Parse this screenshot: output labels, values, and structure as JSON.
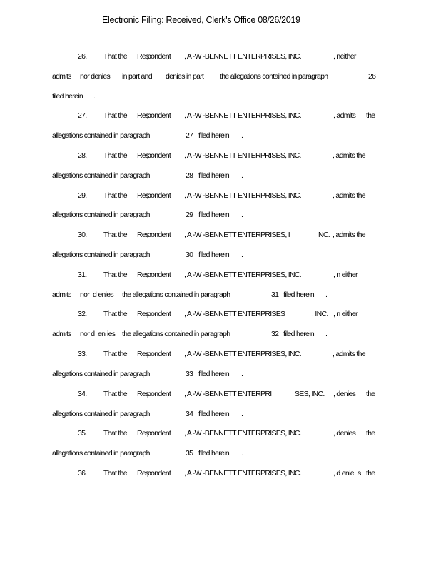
{
  "header": "Electronic Filing: Received, Clerk's Office 08/26/2019",
  "lines": [
    [
      "26.",
      "That the",
      "Res",
      "pondent",
      ", A -W -BENNETT ENTERPRISES, INC.",
      ", neither"
    ],
    [
      "admits",
      "nor denies",
      "in part and",
      "denies in part",
      "the allegations contained in paragraph",
      "26"
    ],
    [
      "filed herein",
      "."
    ],
    [
      "27.",
      "That the",
      "Res",
      "pondent",
      ", A -W -BENNETT ENTERPRISES, INC.",
      ", admits",
      "the"
    ],
    [
      "allegations contained in paragraph",
      "27",
      "filed herein",
      "."
    ],
    [
      "28.",
      "That the",
      "Res",
      "pondent",
      ", A -W -BENNET",
      "T ENTERPRISES, INC.",
      ", admits the"
    ],
    [
      "allegations contained in paragraph",
      "28",
      "filed herein",
      "."
    ],
    [
      "29.",
      "That the",
      "Res",
      "pondent",
      ", A -W -BENNETT ENTERPRISES, INC.",
      ", admits the"
    ],
    [
      "allegations contained in paragraph",
      "29",
      "filed herein",
      "."
    ],
    [
      "30.",
      "That the",
      "Res",
      "pondent",
      ", A -W -BENNETT ENTERPRISES, I",
      "NC.",
      ", admits the"
    ],
    [
      "allegations contained in paragraph",
      "30",
      "filed herein",
      "."
    ],
    [
      "31.",
      "That the",
      "Res",
      "pondent",
      ", A -W -BENNETT ENTERPRISES, INC.",
      ", n either"
    ],
    [
      "admits",
      "nor",
      "d enies",
      "the allegations contained in paragraph",
      "31",
      "filed herein",
      "."
    ],
    [
      "32.",
      "That the",
      "Res",
      "pondent",
      ", A -W -BENNETT ENTERPRISES",
      ", INC.",
      ", n either"
    ],
    [
      "admits",
      "nor d",
      "en",
      "ies",
      "the allegations contained in paragraph",
      "32",
      "filed herein",
      "."
    ],
    [
      "33.",
      "That the",
      "Res",
      "pondent",
      ", A -W -BENNETT ENTERPRISES, INC.",
      ", admits the"
    ],
    [
      "allegations contained in paragraph",
      "33",
      "filed herein",
      "."
    ],
    [
      "34.",
      "That the",
      "Res",
      "pondent",
      ", A -W -BENNETT ENTERPRI",
      "SES, INC.",
      ", denies",
      "the"
    ],
    [
      "allegations contained in paragraph",
      "34",
      "filed herein",
      "."
    ],
    [
      "35.",
      "That the",
      "Res",
      "pondent",
      ", A -W -BENNETT ENTERPRISES, INC.",
      ", denies",
      "the"
    ],
    [
      "allegations contained in paragraph",
      "35",
      "filed herein",
      "."
    ],
    [
      "36.",
      "That the",
      "Res",
      "pondent",
      ", A -W -BENNETT ENTERPRISES, INC.",
      ", d enie",
      "s",
      "the"
    ]
  ]
}
